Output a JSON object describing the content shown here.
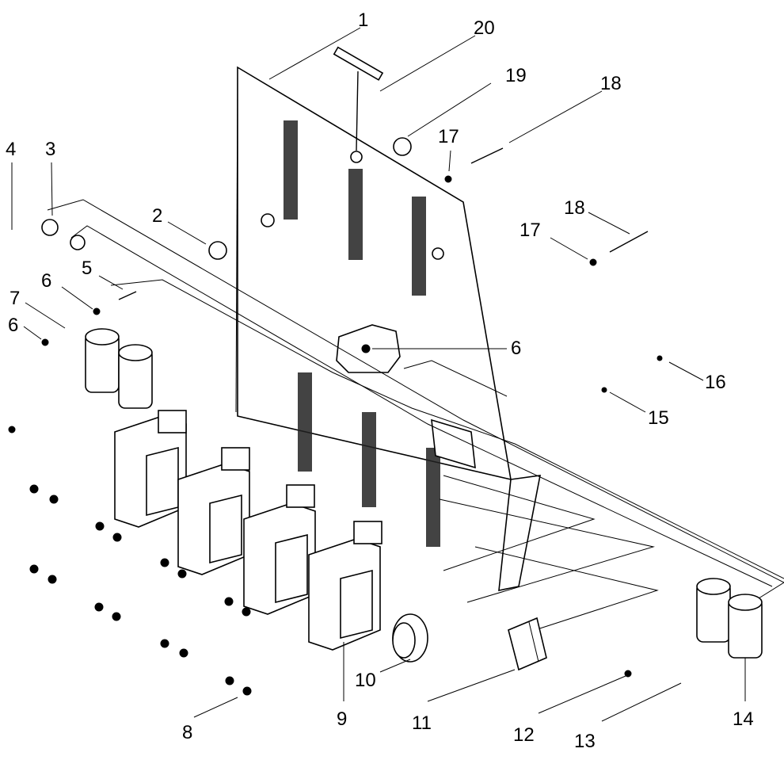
{
  "callouts": [
    "1",
    "20",
    "19",
    "18",
    "17",
    "17",
    "18",
    "4",
    "3",
    "2",
    "5",
    "6",
    "7",
    "6",
    "6",
    "16",
    "15",
    "8",
    "9",
    "10",
    "11",
    "12",
    "13",
    "14"
  ],
  "colors": {
    "ink": "#000000",
    "paper": "#ffffff"
  }
}
